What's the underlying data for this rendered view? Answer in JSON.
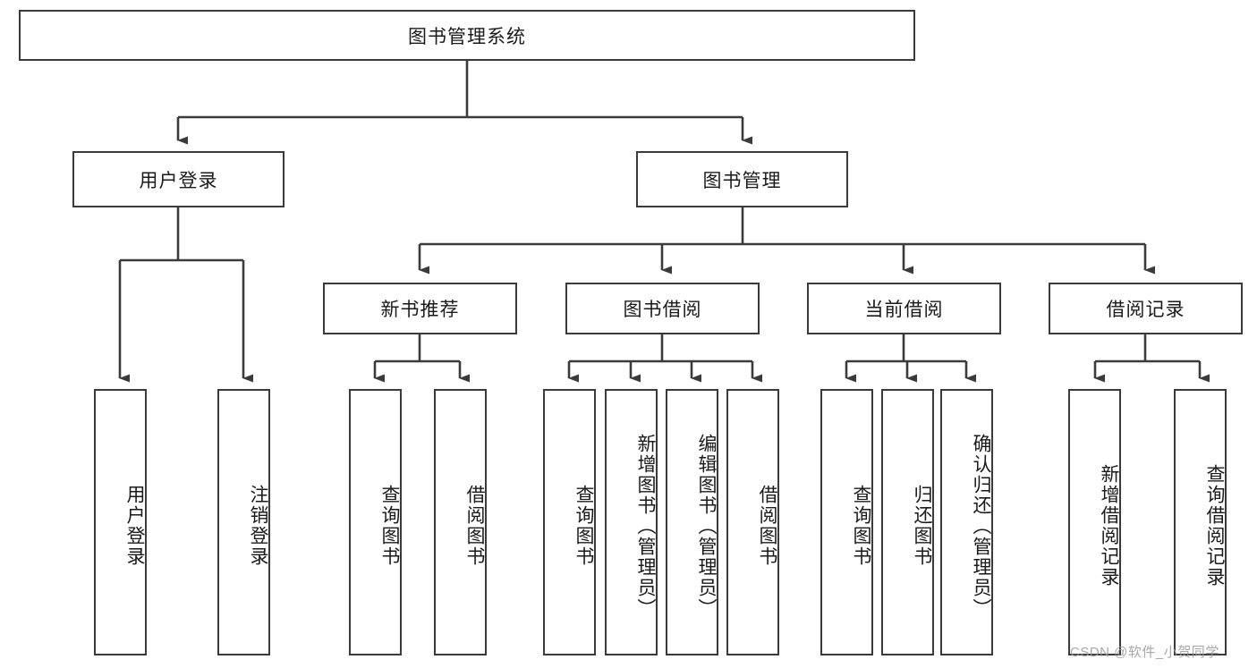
{
  "diagram": {
    "title_node": {
      "label": "图书管理系统"
    },
    "level2": [
      {
        "label": "用户登录"
      },
      {
        "label": "图书管理"
      }
    ],
    "level3": [
      {
        "label": "新书推荐"
      },
      {
        "label": "图书借阅"
      },
      {
        "label": "当前借阅"
      },
      {
        "label": "借阅记录"
      }
    ],
    "leaves": {
      "user_login": [
        {
          "label": "用户登录"
        },
        {
          "label": "注销登录"
        }
      ],
      "new_book": [
        {
          "label": "查询图书"
        },
        {
          "label": "借阅图书"
        }
      ],
      "book_borrow": [
        {
          "label": "查询图书"
        },
        {
          "label": "新增图书（管理员）"
        },
        {
          "label": "编辑图书（管理员）"
        },
        {
          "label": "借阅图书"
        }
      ],
      "current_borrow": [
        {
          "label": "查询图书"
        },
        {
          "label": "归还图书"
        },
        {
          "label": "确认归还（管理员）"
        }
      ],
      "borrow_record": [
        {
          "label": "新增借阅记录"
        },
        {
          "label": "查询借阅记录"
        }
      ]
    }
  },
  "watermark": {
    "text": "CSDN @软件_小贺同学"
  },
  "colors": {
    "border": "#3b3b3b",
    "background": "#ffffff",
    "text": "#1a1a1a",
    "watermark": "#9a9a9a"
  }
}
